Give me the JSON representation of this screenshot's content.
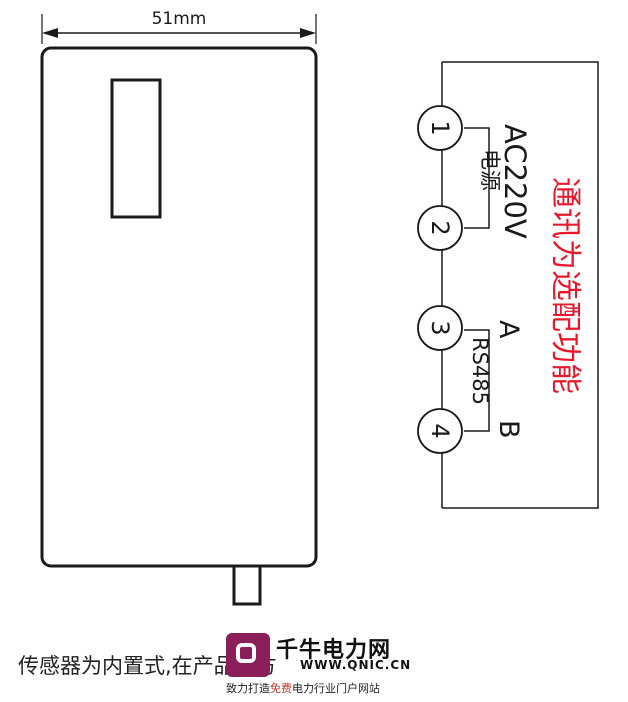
{
  "dimension": {
    "width_label": "51mm"
  },
  "terminals": [
    {
      "label": "1"
    },
    {
      "label": "2"
    },
    {
      "label": "3"
    },
    {
      "label": "4"
    }
  ],
  "power": {
    "voltage": "AC220V",
    "name": "电源"
  },
  "rs485": {
    "name": "RS485",
    "a_label": "A",
    "b_label": "B"
  },
  "comm_note": "通讯为选配功能",
  "footnote": "传感器为内置式,在产品后方",
  "watermark": {
    "brand": "千牛电力网",
    "url": "WWW.QNIC.CN",
    "slogan_pre": "致力打造",
    "slogan_highlight": "免费",
    "slogan_post": "电力行业门户网站"
  },
  "colors": {
    "line": "#1a1a1a",
    "note": "#e8192c",
    "logo": "#8b1f5a"
  }
}
